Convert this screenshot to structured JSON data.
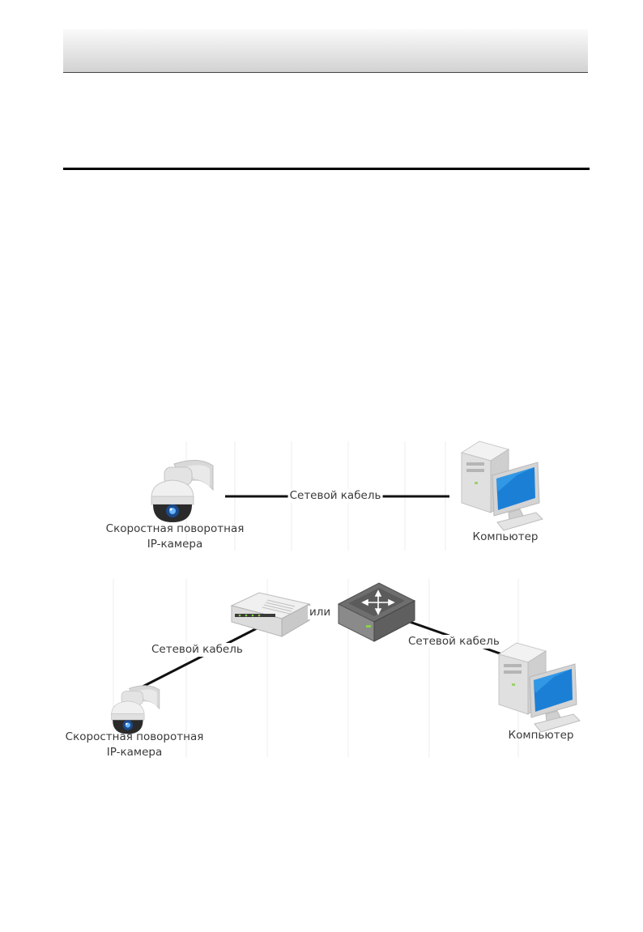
{
  "diagram_direct": {
    "camera_label_line1": "Скоростная поворотная",
    "camera_label_line2": "IP-камера",
    "cable_label": "Сетевой кабель",
    "computer_label": "Компьютер"
  },
  "diagram_switch": {
    "cable_label_left": "Сетевой кабель",
    "or_label": "или",
    "cable_label_right": "Сетевой кабель",
    "camera_label_line1": "Скоростная поворотная",
    "camera_label_line2": "IP-камера",
    "computer_label": "Компьютер"
  },
  "icons": [
    "ptz-dome-camera-icon",
    "desktop-computer-icon",
    "router-icon",
    "network-switch-icon"
  ]
}
